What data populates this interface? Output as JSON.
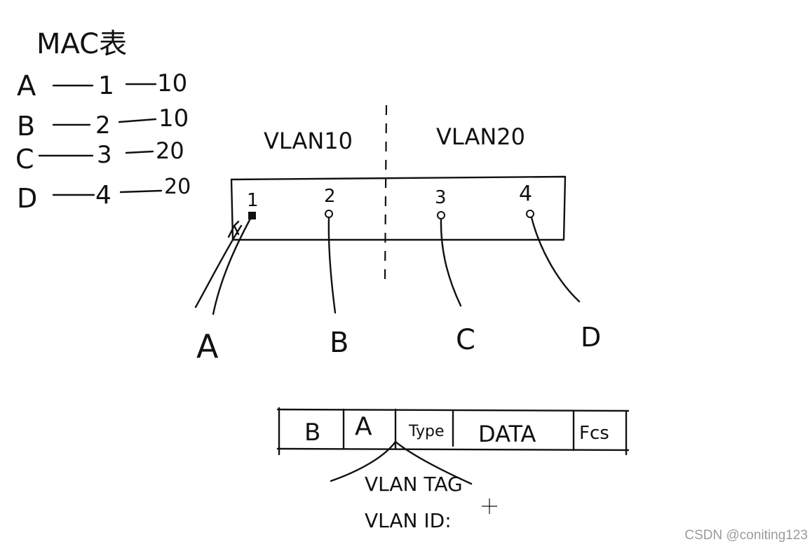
{
  "mac_table": {
    "title": "MAC表",
    "rows": [
      {
        "host": "A",
        "port": "1",
        "vlan": "10"
      },
      {
        "host": "B",
        "port": "2",
        "vlan": "10"
      },
      {
        "host": "C",
        "port": "3",
        "vlan": "20"
      },
      {
        "host": "D",
        "port": "4",
        "vlan": "20"
      }
    ]
  },
  "switch": {
    "vlan_left": "VLAN10",
    "vlan_right": "VLAN20",
    "ports": [
      "1",
      "2",
      "3",
      "4"
    ]
  },
  "hosts": [
    "A",
    "B",
    "C",
    "D"
  ],
  "frame": {
    "fields": [
      "B",
      "A",
      "Type",
      "DATA",
      "Fcs"
    ],
    "tag_label": "VLAN TAG",
    "tag_id_label": "VLAN ID:"
  },
  "watermark": "CSDN @coniting123"
}
